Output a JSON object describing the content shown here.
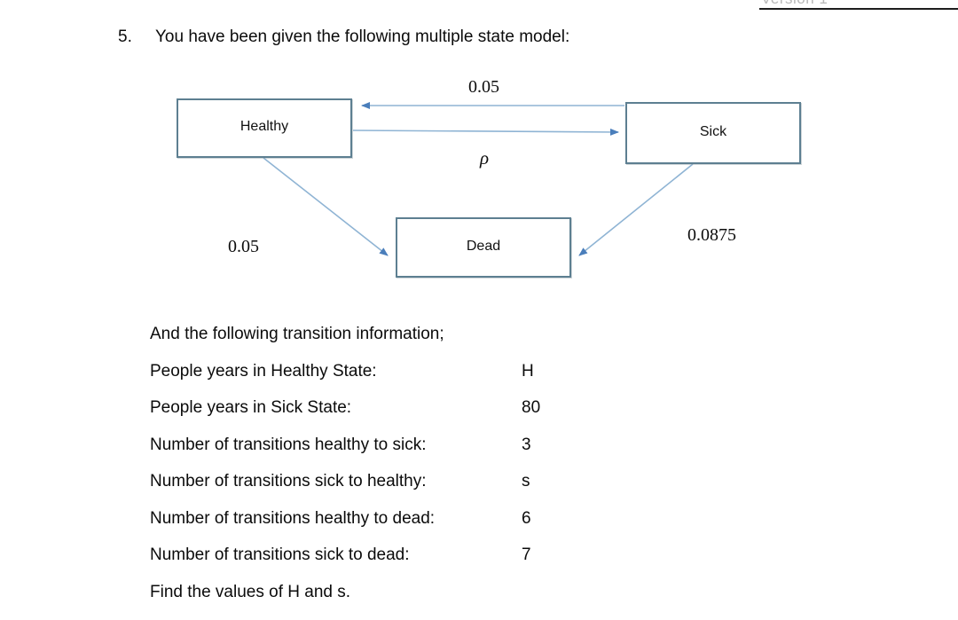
{
  "page_header": {
    "text": "Version 1"
  },
  "question": {
    "number": "5.",
    "prompt": "You have been given the following multiple state model:"
  },
  "diagram": {
    "title": "multiple state model",
    "colors": {
      "box_border": "#5d7f91",
      "arrow": "#4a7ebb",
      "arrow_line": "#8fb4d4",
      "text": "#111111"
    },
    "states": [
      {
        "id": "healthy",
        "label": "Healthy"
      },
      {
        "id": "sick",
        "label": "Sick"
      },
      {
        "id": "dead",
        "label": "Dead"
      }
    ],
    "transitions": [
      {
        "id": "sick-to-healthy",
        "from": "Sick",
        "to": "Healthy",
        "label": "0.05"
      },
      {
        "id": "healthy-to-sick",
        "from": "Healthy",
        "to": "Sick",
        "label": "ρ"
      },
      {
        "id": "healthy-to-dead",
        "from": "Healthy",
        "to": "Dead",
        "label": "0.05"
      },
      {
        "id": "sick-to-dead",
        "from": "Sick",
        "to": "Dead",
        "label": "0.0875"
      }
    ]
  },
  "info": {
    "intro": "And the following transition information;",
    "rows": [
      {
        "label": "People years in Healthy State:",
        "value": "H"
      },
      {
        "label": "People years in Sick State:",
        "value": "80"
      },
      {
        "label": "Number of transitions healthy to sick:",
        "value": "3"
      },
      {
        "label": "Number of transitions sick to healthy:",
        "value": "s"
      },
      {
        "label": "Number of transitions healthy to dead:",
        "value": "6"
      },
      {
        "label": "Number of transitions sick to dead:",
        "value": "7"
      }
    ],
    "outro": "Find the values of H and s."
  }
}
